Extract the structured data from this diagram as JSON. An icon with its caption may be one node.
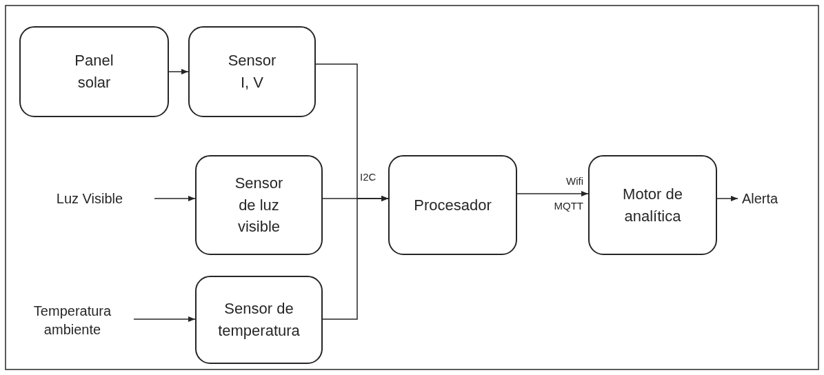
{
  "diagram": {
    "nodes": [
      {
        "text": [
          "Panel solar"
        ]
      },
      {
        "text": [
          "Sensor I, V"
        ]
      },
      {
        "text": [
          "Luz Visible"
        ]
      },
      {
        "text": [
          "Sensor de luz visible"
        ]
      },
      {
        "text": [
          "Procesador"
        ]
      },
      {
        "text": [
          "Motor de analítica"
        ]
      },
      {
        "text": [
          "Alerta"
        ]
      },
      {
        "text": [
          "Temperatura ambiente"
        ]
      },
      {
        "text": [
          "Sensor de temperatura"
        ]
      }
    ],
    "edges": [
      {
        "from": 0,
        "to": 1,
        "arrow": "to"
      },
      {
        "from": 1,
        "to": 4,
        "arrow": "to",
        "label": "I2C"
      },
      {
        "from": 2,
        "to": 3,
        "arrow": "to"
      },
      {
        "from": 3,
        "to": 4,
        "arrow": "to"
      },
      {
        "from": 7,
        "to": 8,
        "arrow": "to"
      },
      {
        "from": 8,
        "to": 4,
        "arrow": "to"
      },
      {
        "from": 4,
        "to": 5,
        "arrow": "to",
        "label": "Wifi MQTT"
      },
      {
        "from": 5,
        "to": 6,
        "arrow": "to"
      }
    ]
  }
}
